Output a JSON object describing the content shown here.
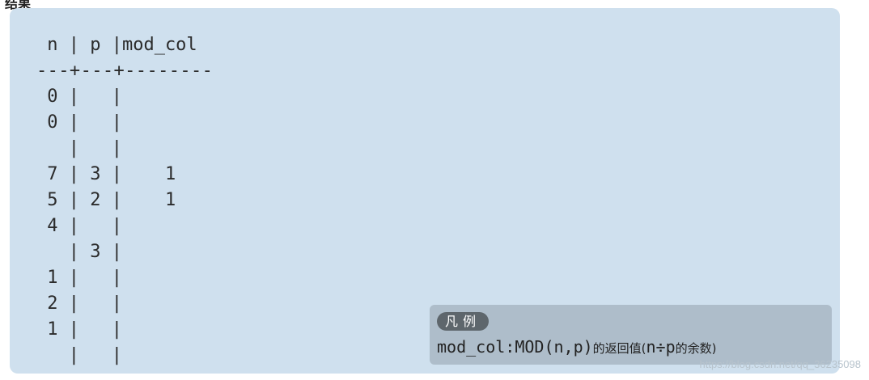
{
  "header_fragment": "结果",
  "table": {
    "header": " n | p |mod_col",
    "separator": "---+---+--------",
    "rows": [
      " 0 |   |",
      " 0 |   |",
      "   |   |",
      " 7 | 3 |    1",
      " 5 | 2 |    1",
      " 4 |   |",
      "   | 3 |",
      " 1 |   |",
      " 2 |   |",
      " 1 |   |",
      "   |   |"
    ]
  },
  "legend": {
    "tag": "凡例",
    "code": "mod_col:MOD(n,p)",
    "desc_prefix": "的返回值(",
    "desc_expr": "n÷p",
    "desc_suffix": "的余数)"
  },
  "watermark": "https://blog.csdn.net/qq_36235098"
}
